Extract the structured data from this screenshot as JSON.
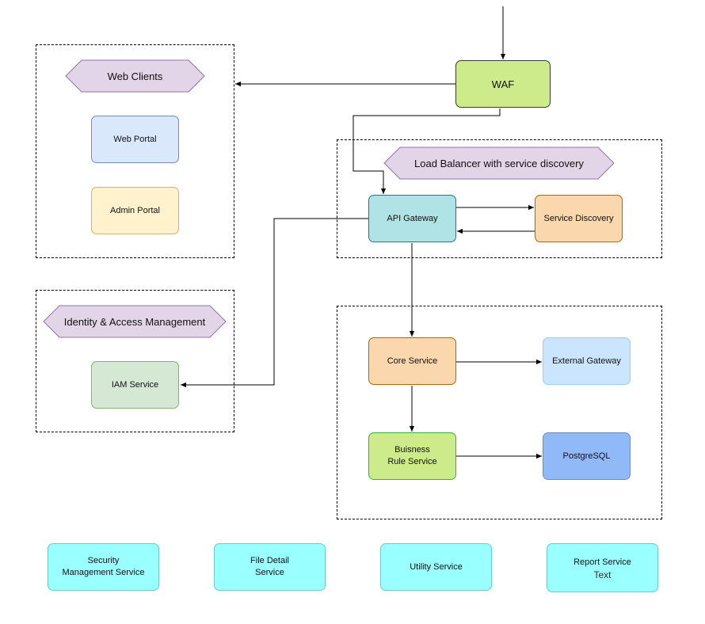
{
  "groups": {
    "web_clients": "Web Clients",
    "load_balancer": "Load Balancer with service discovery",
    "iam": "Identity & Access Management"
  },
  "nodes": {
    "waf": "WAF",
    "web_portal": "Web Portal",
    "admin_portal": "Admin Portal",
    "api_gateway": "API Gateway",
    "service_discovery": "Service Discovery",
    "iam_service": "IAM Service",
    "core_service": "Core Service",
    "external_gateway": "External Gateway",
    "business_rule_line1": "Buisness",
    "business_rule_line2": "Rule Service",
    "postgresql": "PostgreSQL",
    "security_line1": "Security",
    "security_line2": "Management Service",
    "file_detail_line1": "File Detail",
    "file_detail_line2": "Service",
    "utility_service": "Utility Service",
    "report_service": "Report Service",
    "report_sub": "Text"
  },
  "colors": {
    "waf": "#cdeb8b",
    "waf_border": "#36393d",
    "web_portal": "#dae8fc",
    "web_portal_border": "#6c8ebf",
    "admin_portal": "#fff2cc",
    "admin_portal_border": "#d6b656",
    "hexagon": "#e1d5e7",
    "hexagon_border": "#9673a6",
    "api_gateway": "#b0e3e6",
    "api_gateway_border": "#0e8088",
    "orange": "#fad7ac",
    "orange_border": "#b46504",
    "iam": "#d5e8d4",
    "iam_border": "#82b366",
    "external_gateway": "#cce5ff",
    "external_gateway_border": "#99ccff",
    "business_rule": "#cdeb8b",
    "business_rule_border": "#2db83d",
    "postgresql": "#91b9f7",
    "postgresql_border": "#6c8ebf",
    "cyan": "#99ffff",
    "cyan_border": "#66cccc"
  }
}
